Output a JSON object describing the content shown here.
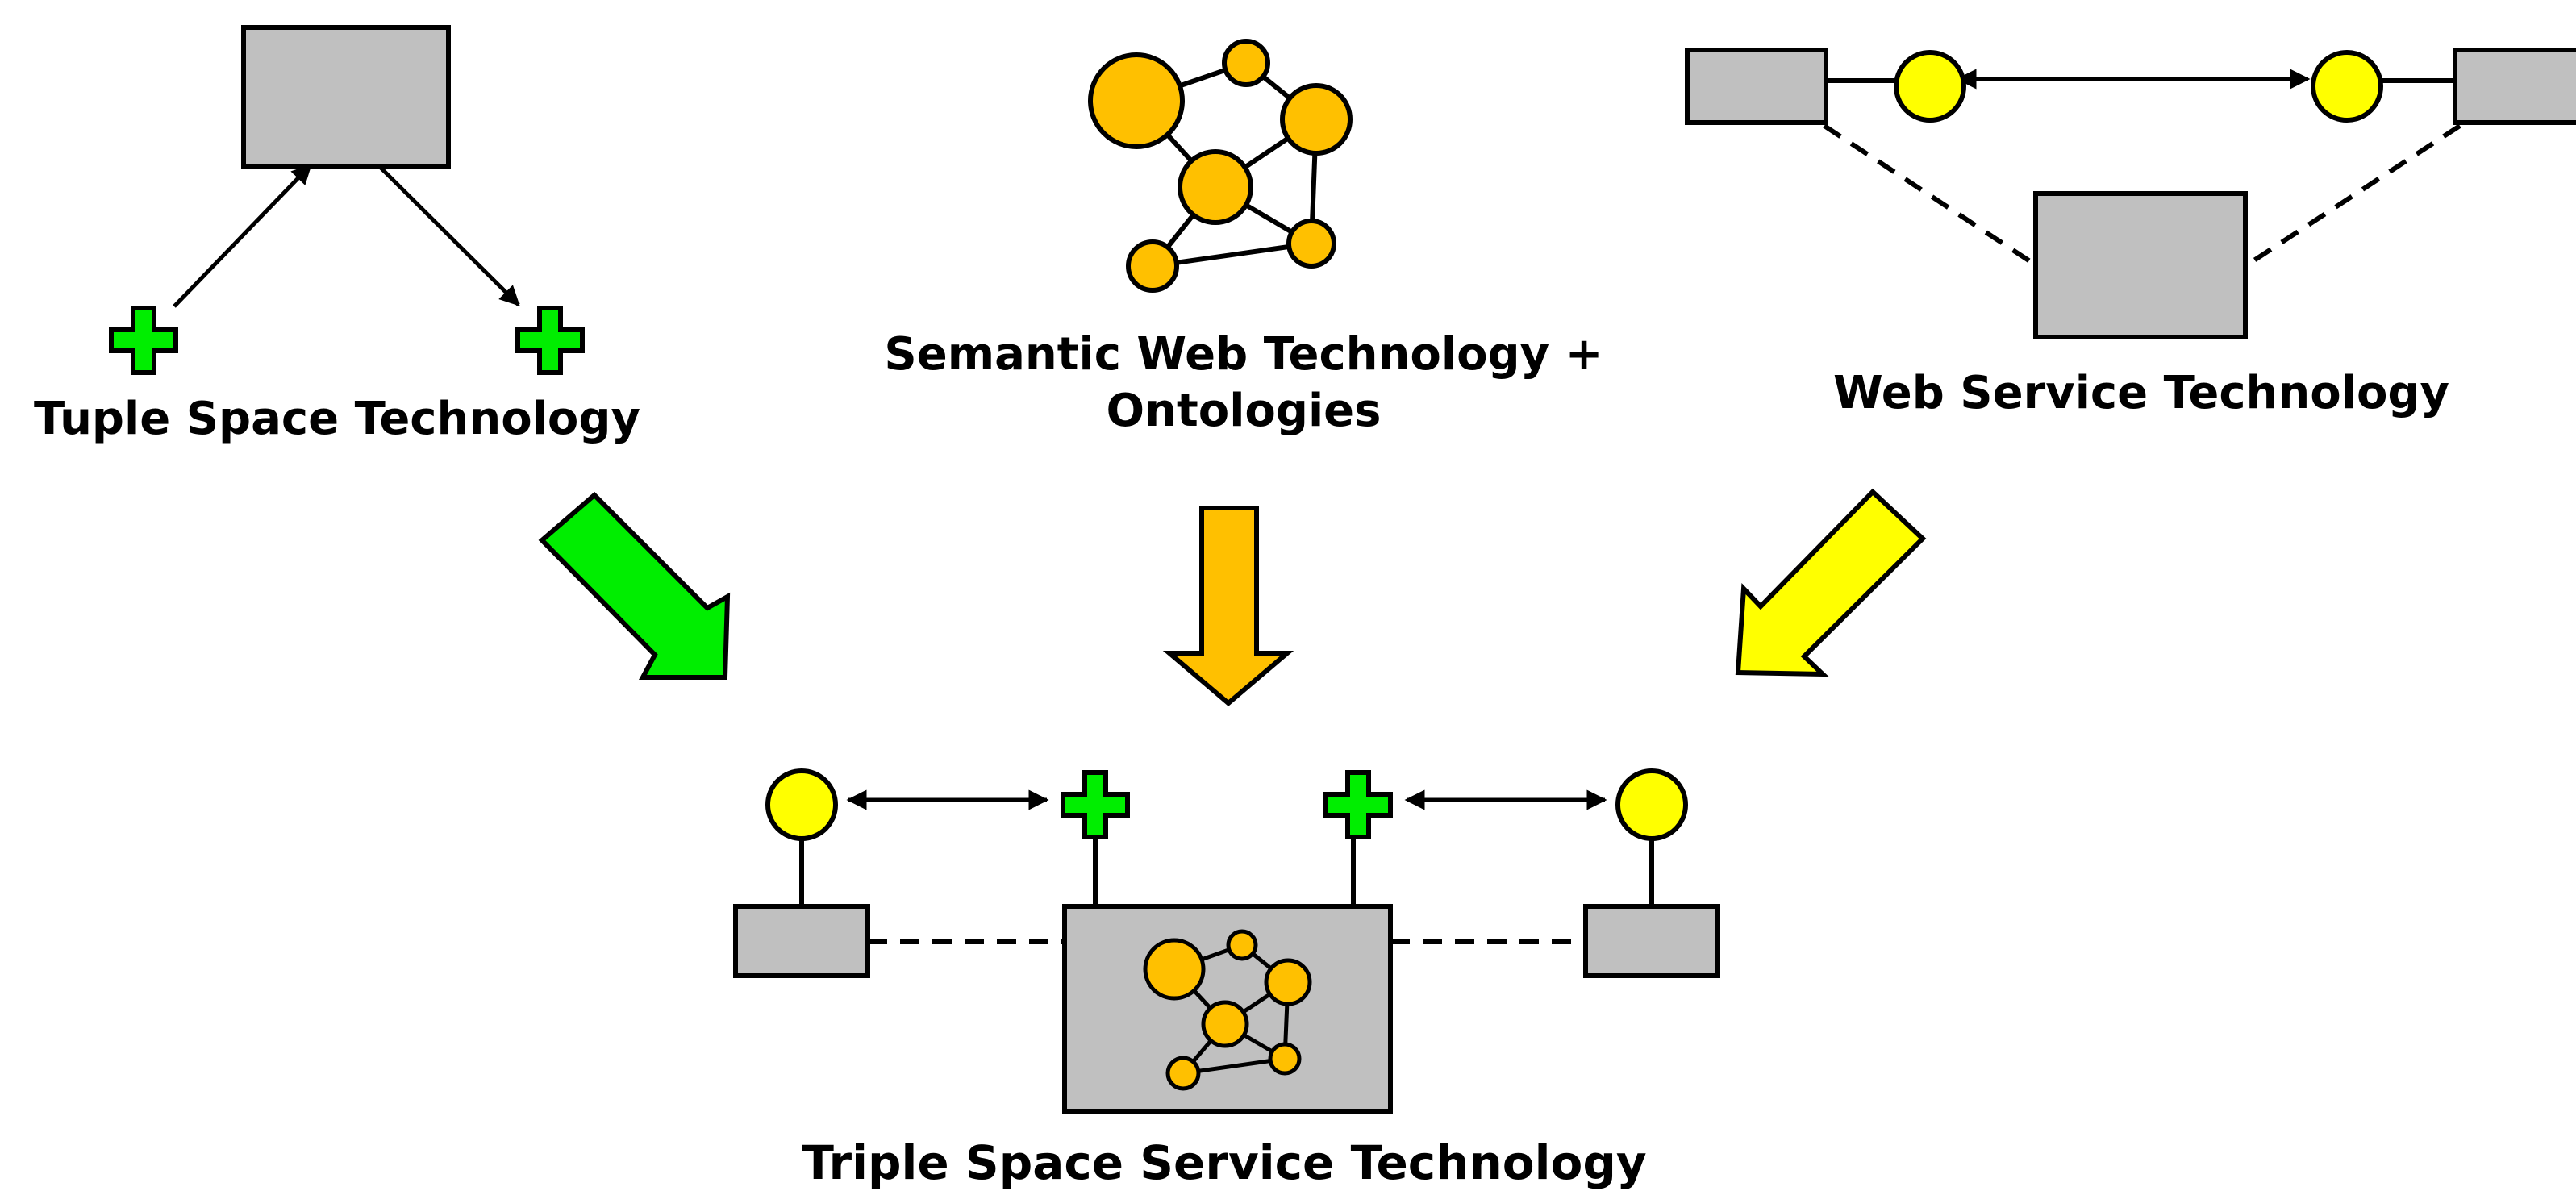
{
  "labels": {
    "tuple_space": "Tuple Space Technology",
    "semantic_web_line1": "Semantic Web Technology +",
    "semantic_web_line2": "Ontologies",
    "web_service": "Web Service Technology",
    "triple_space": "Triple Space Service Technology"
  },
  "colors": {
    "green": "#00ee00",
    "orange": "#ffc000",
    "yellow": "#ffff00",
    "gray": "#c0c0c0",
    "stroke": "#000000"
  }
}
